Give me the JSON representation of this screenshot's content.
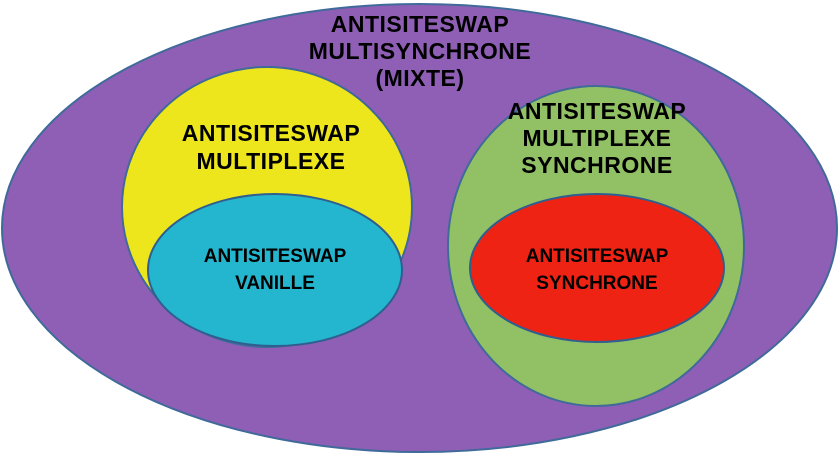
{
  "diagram": {
    "outer": {
      "lines": [
        "ANTISITESWAP",
        "MULTISYNCHRONE",
        "(MIXTE)"
      ],
      "fill": "#8e5fb5",
      "stroke": "#3f6a9a"
    },
    "left": {
      "lines": [
        "ANTISITESWAP",
        "MULTIPLEXE"
      ],
      "fill": "#eee61c",
      "stroke": "#3f6a9a",
      "inner": {
        "lines": [
          "ANTISITESWAP",
          "VANILLE"
        ],
        "fill": "#25b6cf",
        "stroke": "#2f5f8f"
      }
    },
    "right": {
      "lines": [
        "ANTISITESWAP",
        "MULTIPLEXE",
        "SYNCHRONE"
      ],
      "fill": "#92c064",
      "stroke": "#3f6a9a",
      "inner": {
        "lines": [
          "ANTISITESWAP",
          "SYNCHRONE"
        ],
        "fill": "#ee2314",
        "stroke": "#2f5f8f"
      }
    }
  }
}
